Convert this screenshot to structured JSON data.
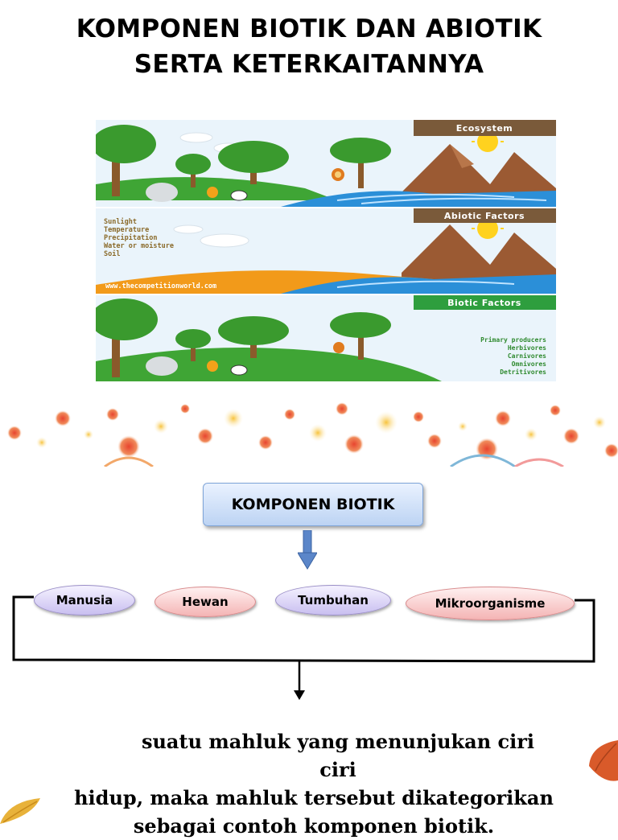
{
  "title": {
    "line1": "KOMPONEN BIOTIK DAN ABIOTIK",
    "line2": "SERTA KETERKAITANNYA"
  },
  "illustration": {
    "panels": [
      {
        "label": "Ecosystem"
      },
      {
        "label": "Abiotic Factors"
      },
      {
        "label": "Biotic Factors"
      }
    ],
    "abiotic_factors": [
      "Sunlight",
      "Temperature",
      "Precipitation",
      "Water or moisture",
      "Soil"
    ],
    "biotic_factors": [
      "Primary producers",
      "Herbivores",
      "Carnivores",
      "Omnivores",
      "Detritivores"
    ],
    "url": "www.thecompetitionworld.com"
  },
  "diagram": {
    "root": "KOMPONEN BIOTIK",
    "items": [
      "Manusia",
      "Hewan",
      "Tumbuhan",
      "Mikroorganisme"
    ]
  },
  "description": {
    "line1": "suatu mahluk yang menunjukan ciri ciri",
    "line2": "hidup, maka mahluk tersebut dikategorikan",
    "line3": "sebagai contoh komponen biotik."
  },
  "colors": {
    "panel_label_bg": "#7a5a3a",
    "biotic_label_bg": "#2e9e3e",
    "grass": "#3fa535",
    "water": "#2b8fd8",
    "soil": "#f29a1a",
    "mountain": "#9b5a33",
    "sky": "#eaf4fb",
    "purple_oval": "#c9bff0",
    "pink_oval": "#f4b4b4",
    "box_blue": "#bcd3f3",
    "arrow_blue": "#5b86c9"
  }
}
